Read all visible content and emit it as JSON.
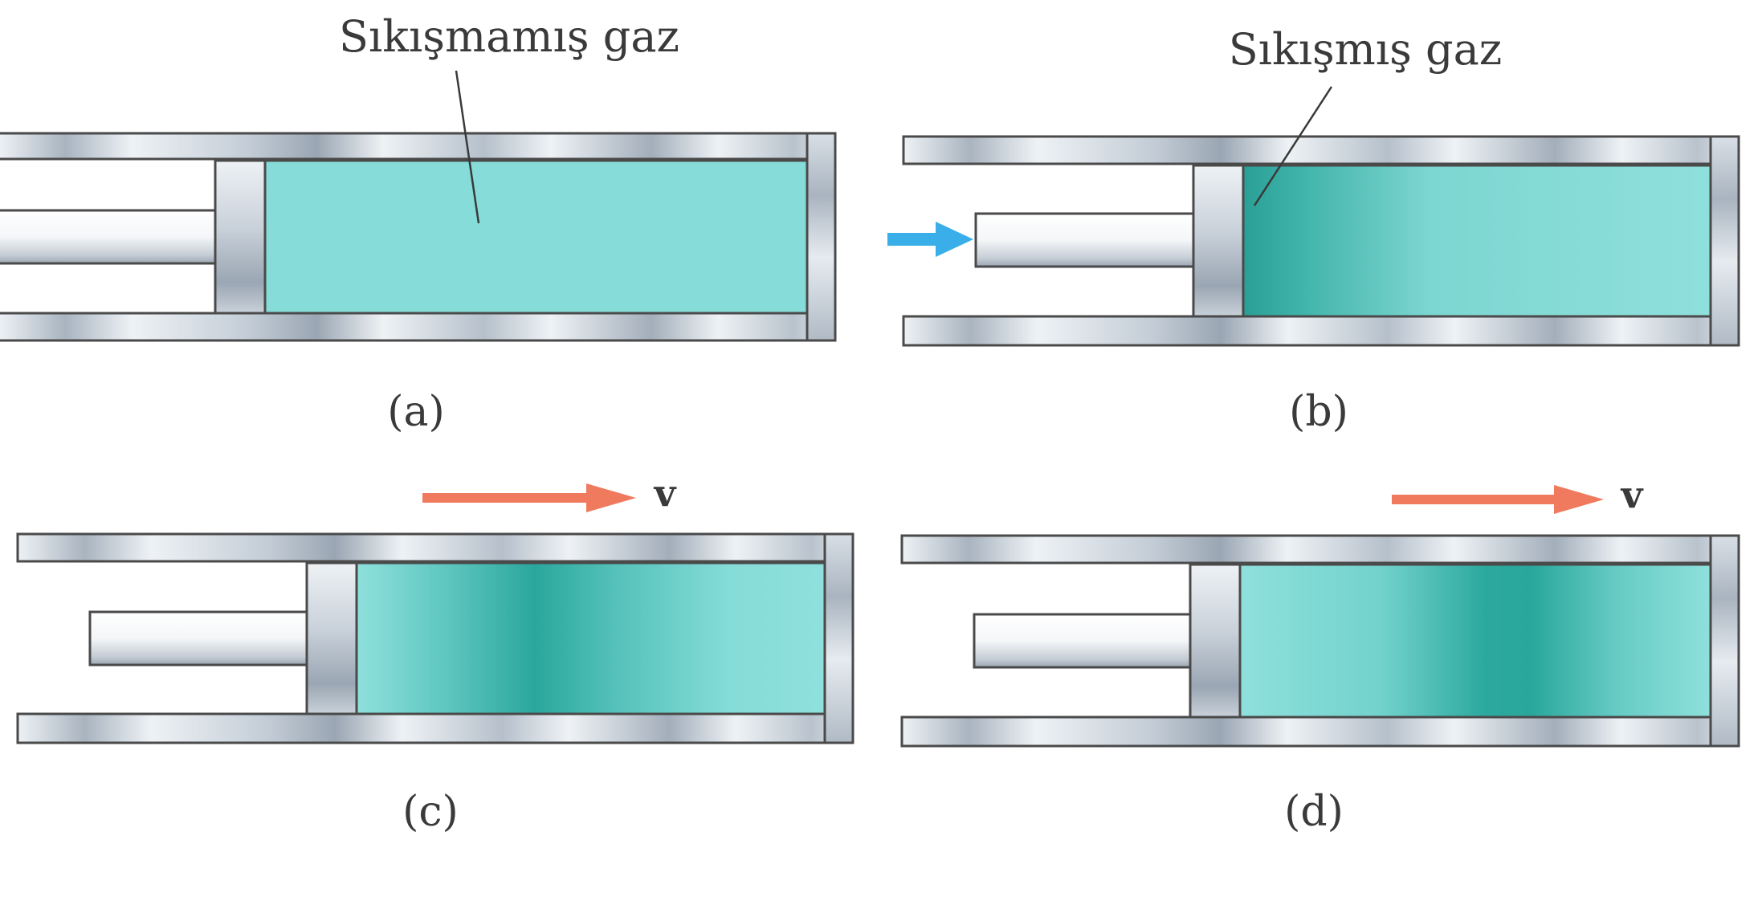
{
  "labels": {
    "uncompressed_gas": "Sıkışmamış gaz",
    "compressed_gas": "Sıkışmış gaz"
  },
  "panels": [
    {
      "id": "a",
      "caption": "(a)"
    },
    {
      "id": "b",
      "caption": "(b)"
    },
    {
      "id": "c",
      "caption": "(c)",
      "velocity_label": "v"
    },
    {
      "id": "d",
      "caption": "(d)",
      "velocity_label": "v"
    }
  ],
  "colors": {
    "gas_light": "#84dcd8",
    "gas_dense": "#2aa79c",
    "wall_light": "#eef2f5",
    "wall_shadow": "#9aa6b3",
    "push_arrow": "#3aaee8",
    "velocity_arrow": "#f07a5e",
    "outline": "#4a4a4a"
  }
}
